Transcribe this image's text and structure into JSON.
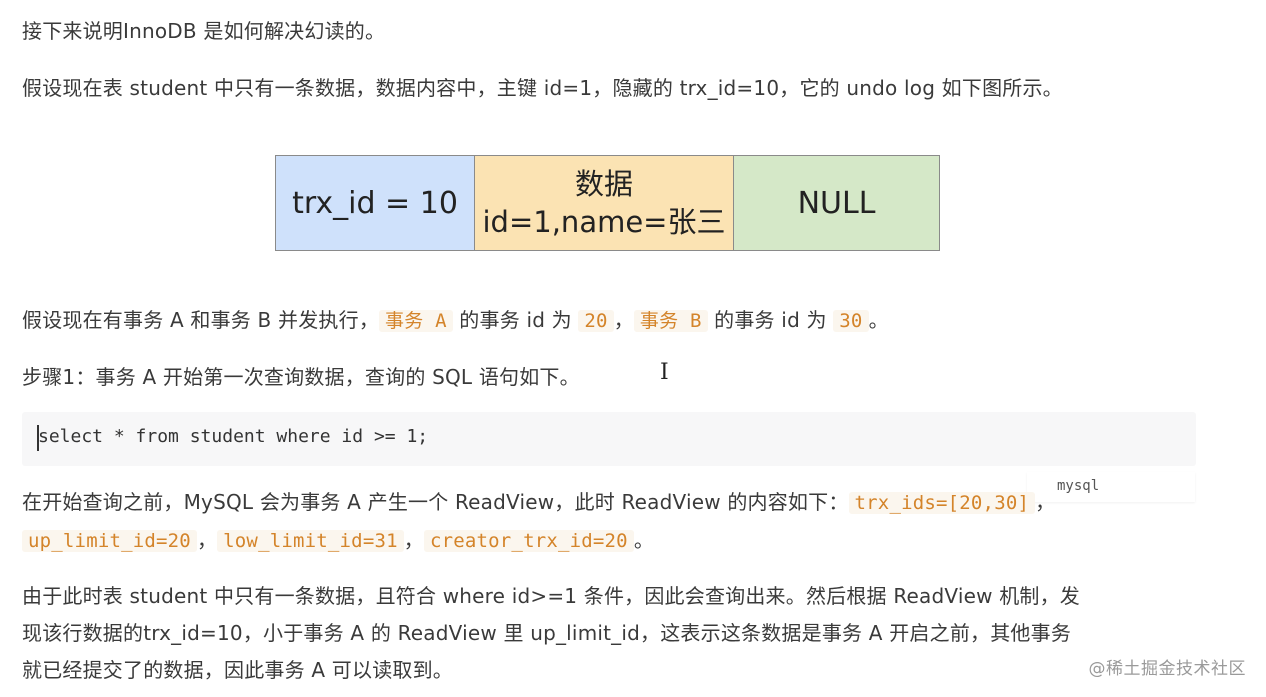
{
  "p1": "接下来说明InnoDB 是如何解决幻读的。",
  "p2": "假设现在表 student 中只有一条数据，数据内容中，主键 id=1，隐藏的 trx_id=10，它的 undo log 如下图所示。",
  "diagram": {
    "trx_label": "trx_id = 10",
    "data_title": "数据",
    "data_value": "id=1,name=张三",
    "null_label": "NULL"
  },
  "p3": {
    "t1": "假设现在有事务 A 和事务 B 并发执行，",
    "c1": "事务 A",
    "t2": " 的事务 id 为 ",
    "c2": "20",
    "t3": "，",
    "c3": "事务 B",
    "t4": " 的事务 id 为 ",
    "c4": "30",
    "t5": "。"
  },
  "p4": "步骤1：事务 A 开始第一次查询数据，查询的 SQL 语句如下。",
  "code": {
    "text": "select * from student where id >= 1;",
    "language": "mysql"
  },
  "p5": {
    "t1": "在开始查询之前，MySQL 会为事务 A 产生一个 ReadView，此时 ReadView 的内容如下：",
    "c1": "trx_ids=[20,30]",
    "t2": "，"
  },
  "p6": {
    "c1": "up_limit_id=20",
    "t1": "，",
    "c2": "low_limit_id=31",
    "t2": "，",
    "c3": "creator_trx_id=20",
    "t3": "。"
  },
  "p7": {
    "l1": "由于此时表 student 中只有一条数据，且符合 where id>=1 条件，因此会查询出来。然后根据 ReadView 机制，发",
    "l2": "现该行数据的trx_id=10，小于事务 A 的 ReadView 里 up_limit_id，这表示这条数据是事务 A 开启之前，其他事务",
    "l3": "就已经提交了的数据，因此事务 A 可以读取到。"
  },
  "watermark": "@稀土掘金技术社区",
  "cursor_glyph": "I",
  "colors": {
    "inline_code": "#d4842a",
    "diagram_blue": "#cfe1fb",
    "diagram_orange": "#fbe3b3",
    "diagram_green": "#d5e8c8"
  }
}
